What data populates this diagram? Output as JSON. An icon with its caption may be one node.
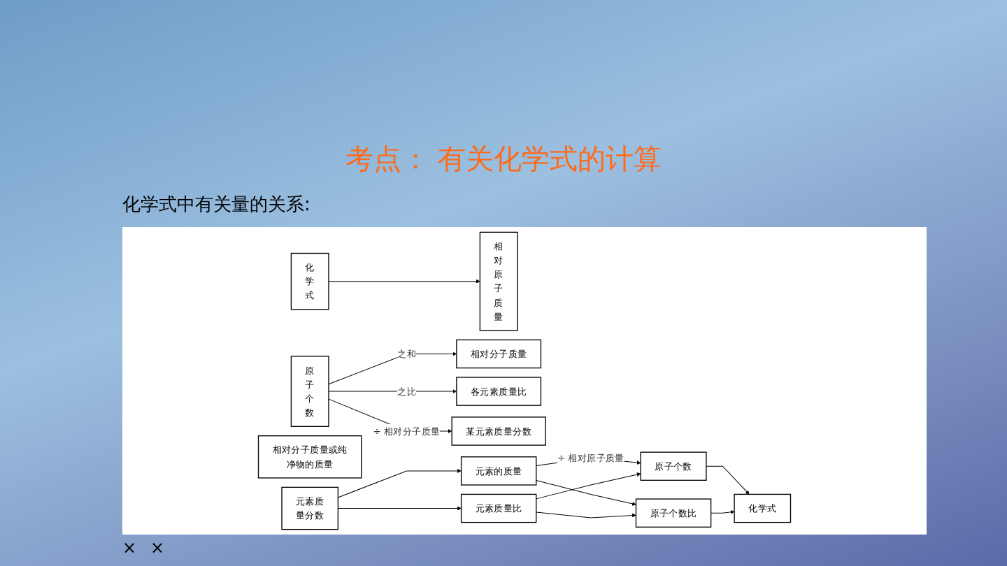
{
  "diagram": {
    "title": "考点： 有关化学式的计算",
    "nodes": [
      {
        "text": [
          "化学式"
        ]
      },
      {
        "text": [
          "相对原子质量"
        ]
      },
      {
        "text": [
          "原子个数"
        ]
      },
      {
        "text": [
          "相对分子质量"
        ]
      },
      {
        "text": [
          "各元素质量比"
        ]
      },
      {
        "text": [
          "某元素质量分数"
        ]
      },
      {
        "text": [
          "相对分子质量或纯净物的质量"
        ]
      },
      {
        "text": [
          "元素质量分数"
        ]
      },
      {
        "text": [
          "元素的质量"
        ]
      },
      {
        "text": [
          "元素质量比"
        ]
      },
      {
        "text": [
          "原子个数"
        ]
      },
      {
        "text": [
          "原子个数比"
        ]
      },
      {
        "text": [
          "化学式"
        ]
      }
    ],
    "edges": [
      {
        "from": 0,
        "to": 1,
        "arrow": "to"
      },
      {
        "from": 2,
        "to": 3,
        "arrow": "to",
        "label": "之和"
      },
      {
        "from": 2,
        "to": 4,
        "arrow": "to",
        "label": "之比"
      },
      {
        "from": 2,
        "to": 5,
        "arrow": "to",
        "label": "÷ 相对分子质量"
      },
      {
        "from": 7,
        "to": 8,
        "arrow": "to"
      },
      {
        "from": 7,
        "to": 9,
        "arrow": "to"
      },
      {
        "from": 8,
        "to": 10,
        "arrow": "to",
        "label": "÷ 相对原子质量"
      },
      {
        "from": 8,
        "to": 11,
        "arrow": "to"
      },
      {
        "from": 9,
        "to": 10,
        "arrow": "to"
      },
      {
        "from": 9,
        "to": 11,
        "arrow": "to"
      },
      {
        "from": 10,
        "to": 12,
        "arrow": "to"
      },
      {
        "from": 11,
        "to": 12,
        "arrow": "to"
      }
    ],
    "labels": [
      "化学式中有关量的关系:",
      "×",
      "×"
    ]
  }
}
